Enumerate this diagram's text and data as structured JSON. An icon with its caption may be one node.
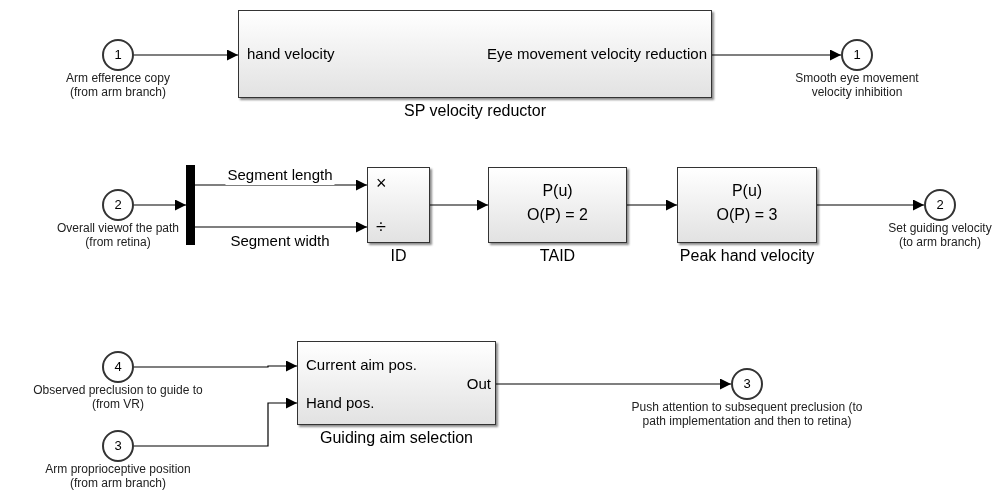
{
  "diagram": {
    "nodes": [
      {
        "text": [
          "1"
        ],
        "beside": [
          "Arm efference copy (from arm branch)"
        ]
      },
      {
        "text": [
          "hand velocity",
          "Eye movement velocity reduction",
          "SP velocity reductor"
        ]
      },
      {
        "text": [
          "1"
        ],
        "beside": [
          "Smooth eye movement velocity inhibition"
        ]
      },
      {
        "text": [
          "2"
        ],
        "beside": [
          "Overall viewof the path (from retina)"
        ]
      },
      {
        "text": [],
        "shape": "bar"
      },
      {
        "text": [
          "×",
          "÷",
          "ID"
        ]
      },
      {
        "text": [
          "P(u)",
          "O(P) = 2",
          "TAID"
        ]
      },
      {
        "text": [
          "P(u)",
          "O(P) = 3",
          "Peak hand velocity"
        ]
      },
      {
        "text": [
          "2"
        ],
        "beside": [
          "Set guiding velocity (to arm branch)"
        ]
      },
      {
        "text": [
          "4"
        ],
        "beside": [
          "Observed preclusion to guide to (from VR)"
        ]
      },
      {
        "text": [
          "3"
        ],
        "beside": [
          "Arm proprioceptive position (from arm branch)"
        ]
      },
      {
        "text": [
          "Current aim pos.",
          "Hand pos.",
          "Out",
          "Guiding aim selection"
        ]
      },
      {
        "text": [
          "3"
        ],
        "beside": [
          "Push attention to subsequent preclusion (to path implementation and then to retina)"
        ]
      }
    ],
    "edges": [
      {
        "from": 0,
        "to": 1,
        "arrow": "to"
      },
      {
        "from": 1,
        "to": 2,
        "arrow": "to"
      },
      {
        "from": 3,
        "to": 4,
        "arrow": "to"
      },
      {
        "from": 4,
        "to": 5,
        "arrow": "to",
        "label": "Segment length"
      },
      {
        "from": 4,
        "to": 5,
        "arrow": "to",
        "label": "Segment width"
      },
      {
        "from": 5,
        "to": 6,
        "arrow": "to"
      },
      {
        "from": 6,
        "to": 7,
        "arrow": "to"
      },
      {
        "from": 7,
        "to": 8,
        "arrow": "to"
      },
      {
        "from": 9,
        "to": 11,
        "arrow": "to"
      },
      {
        "from": 10,
        "to": 11,
        "arrow": "to"
      },
      {
        "from": 11,
        "to": 12,
        "arrow": "to"
      }
    ]
  }
}
